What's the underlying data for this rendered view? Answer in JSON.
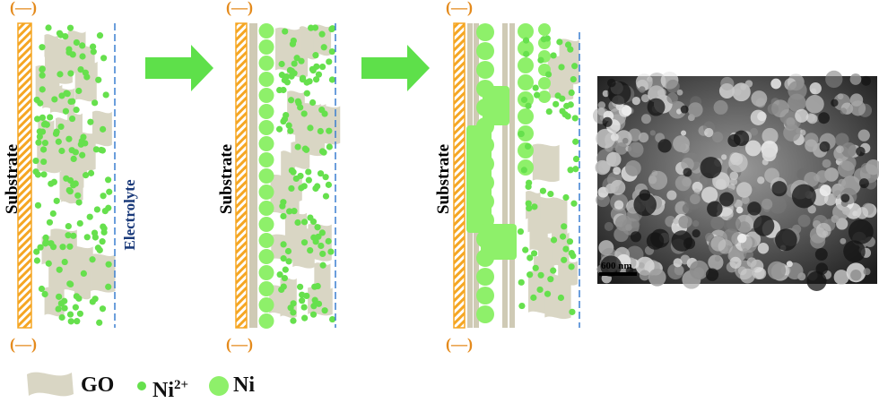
{
  "panels": [
    {
      "substrate_label": "Substrate",
      "electrolyte_label": "Electrolyte",
      "top_sign": "(—)",
      "bottom_sign": "(—)"
    },
    {
      "substrate_label": "Substrate",
      "top_sign": "(—)",
      "bottom_sign": "(—)"
    },
    {
      "substrate_label": "Substrate",
      "top_sign": "(—)",
      "bottom_sign": "(—)"
    }
  ],
  "sem_image": {
    "scale_bar_label": "600 nm"
  },
  "legend": {
    "go_label": "GO",
    "ni_ion_label": "Ni",
    "ni_ion_charge": "2+",
    "ni_label": "Ni"
  },
  "colors": {
    "substrate": "#f5a623",
    "go": "#d9d6c4",
    "ni_ion": "#66e04d",
    "ni_metal": "#8ef06a",
    "arrow": "#5ee04a",
    "electrolyte_line": "#3a7fd0",
    "sign": "#e48a1c"
  }
}
